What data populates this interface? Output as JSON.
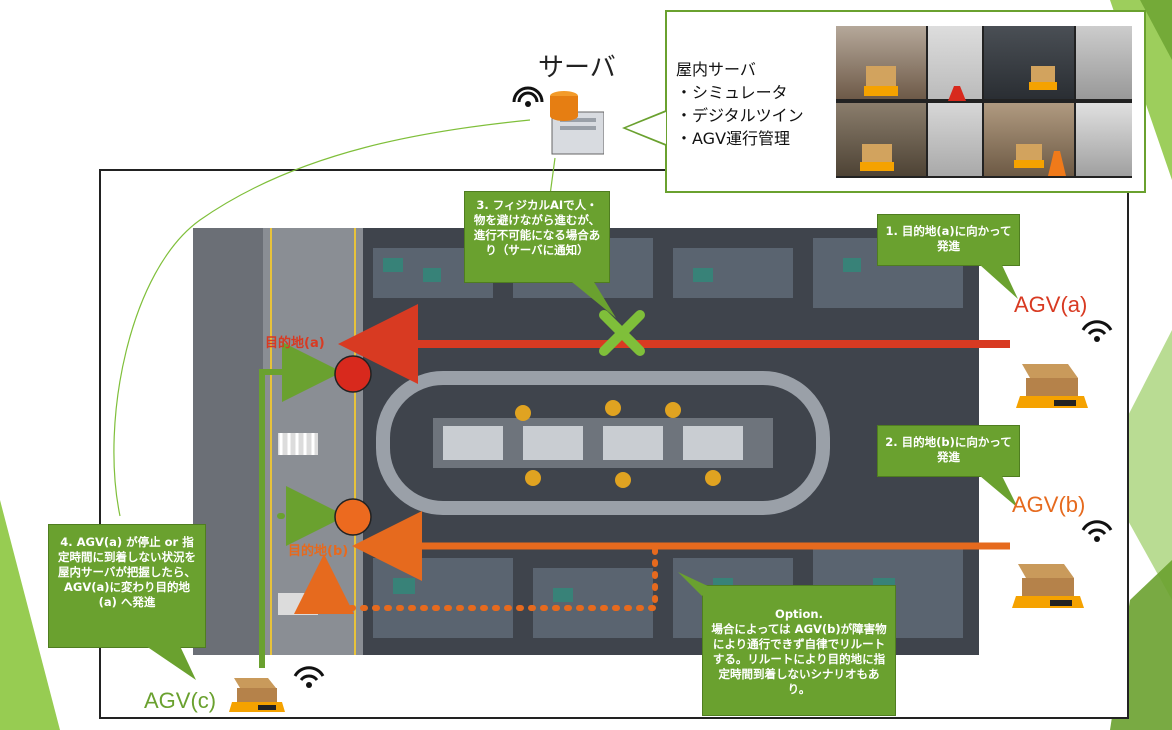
{
  "server": {
    "title": "サーバ",
    "icon": "server-icon"
  },
  "info": {
    "heading": "屋内サーバ",
    "items": [
      "・シミュレータ",
      "・デジタルツイン",
      "・AGV運行管理"
    ]
  },
  "callouts": {
    "step1": "1. 目的地(a)に向かって発進",
    "step2": "2. 目的地(b)に向かって発進",
    "step3": "3. フィジカルAIで人・物を避けながら進むが、進行不可能になる場合あり（サーバに通知）",
    "step4": "4.  AGV(a) が停止 or 指定時間に到着しない状況を屋内サーバが把握したら、AGV(a)に変わり目的地(a) へ発進",
    "option": "Option.\n場合によっては AGV(b)が障害物により通行できず自律でリルートする。リルートにより目的地に指定時間到着しないシナリオもあり。"
  },
  "labels": {
    "agv_a": "AGV(a)",
    "agv_b": "AGV(b)",
    "agv_c": "AGV(c)",
    "dest_a": "目的地(a)",
    "dest_b": "目的地(b)"
  },
  "colors": {
    "green": "#6aa12f",
    "red": "#d83a22",
    "orange": "#e66a1e"
  }
}
